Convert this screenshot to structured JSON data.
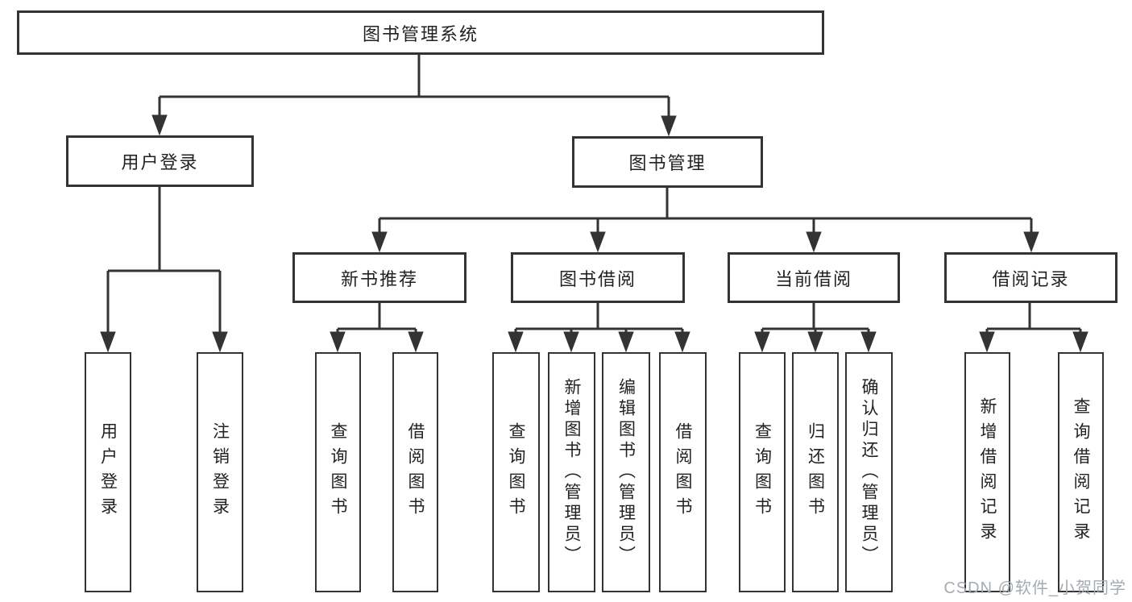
{
  "title": {
    "label": "图书管理系统"
  },
  "level2": {
    "login": {
      "label": "用户登录"
    },
    "management": {
      "label": "图书管理"
    }
  },
  "level3": {
    "new_books": {
      "label": "新书推荐"
    },
    "book_borrow": {
      "label": "图书借阅"
    },
    "current_borrow": {
      "label": "当前借阅"
    },
    "borrow_records": {
      "label": "借阅记录"
    }
  },
  "level4": {
    "user_login": {
      "label": "用户登录"
    },
    "logout": {
      "label": "注销登录"
    },
    "query_books_1": {
      "label": "查询图书"
    },
    "borrow_books_1": {
      "label": "借阅图书"
    },
    "query_books_2": {
      "label": "查询图书"
    },
    "add_books": {
      "label": "新增图书（管理员）"
    },
    "edit_books": {
      "label": "编辑图书（管理员）"
    },
    "borrow_books_2": {
      "label": "借阅图书"
    },
    "query_books_3": {
      "label": "查询图书"
    },
    "return_books": {
      "label": "归还图书"
    },
    "confirm_return": {
      "label": "确认归还（管理员）"
    },
    "add_borrow_record": {
      "label": "新增借阅记录"
    },
    "query_borrow_record": {
      "label": "查询借阅记录"
    }
  },
  "watermark": {
    "label": "CSDN @软件_小贺同学"
  },
  "colors": {
    "line": "#333333",
    "text": "#222222",
    "watermark": "#a6abb0",
    "background": "#ffffff"
  }
}
